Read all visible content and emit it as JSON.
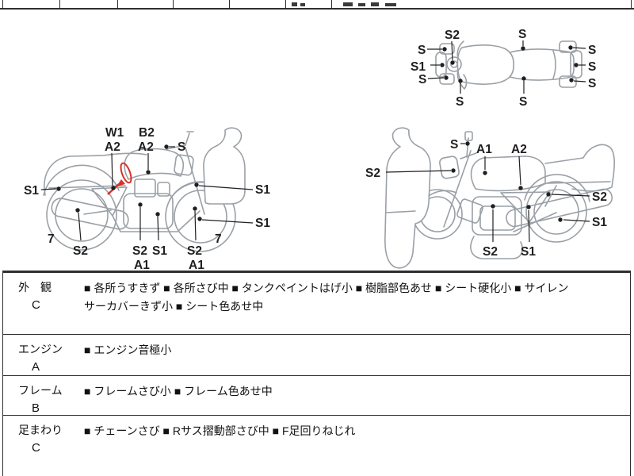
{
  "colors": {
    "background": "#ffffff",
    "sketch_line": "#9aa0a6",
    "label_text": "#1f1f1f",
    "table_border": "#2e2e2e",
    "annotation_red": "#d93025"
  },
  "diagrams": {
    "left_side_view": {
      "labels": [
        "S1",
        "W1",
        "A2",
        "B2",
        "A2",
        "S",
        "S1",
        "S1",
        "7",
        "S2",
        "S2",
        "A1",
        "S1",
        "S2",
        "A1",
        "7"
      ]
    },
    "right_side_view": {
      "labels": [
        "S2",
        "S",
        "A1",
        "A2",
        "S2",
        "S1",
        "S2",
        "S1"
      ]
    },
    "top_view": {
      "labels": [
        "S2",
        "S",
        "S1",
        "S",
        "S",
        "S",
        "S",
        "S",
        "S",
        "S"
      ]
    },
    "annotation": "red-circle-with-arrow"
  },
  "table": {
    "rows": [
      {
        "category": "外　観",
        "grade": "C",
        "lines": [
          "■ 各所うすきず ■ 各所さび中 ■ タンクペイントはげ小 ■ 樹脂部色あせ ■ シート硬化小 ■ サイレン",
          "サーカバーきず小 ■ シート色あせ中"
        ]
      },
      {
        "category": "エンジン",
        "grade": "A",
        "lines": [
          "■ エンジン音極小"
        ]
      },
      {
        "category": "フレーム",
        "grade": "B",
        "lines": [
          "■ フレームさび小 ■ フレーム色あせ中"
        ]
      },
      {
        "category": "足まわり",
        "grade": "C",
        "lines": [
          "■ チェーンさび ■ Rサス摺動部さび中 ■ F足回りねじれ"
        ]
      }
    ]
  }
}
